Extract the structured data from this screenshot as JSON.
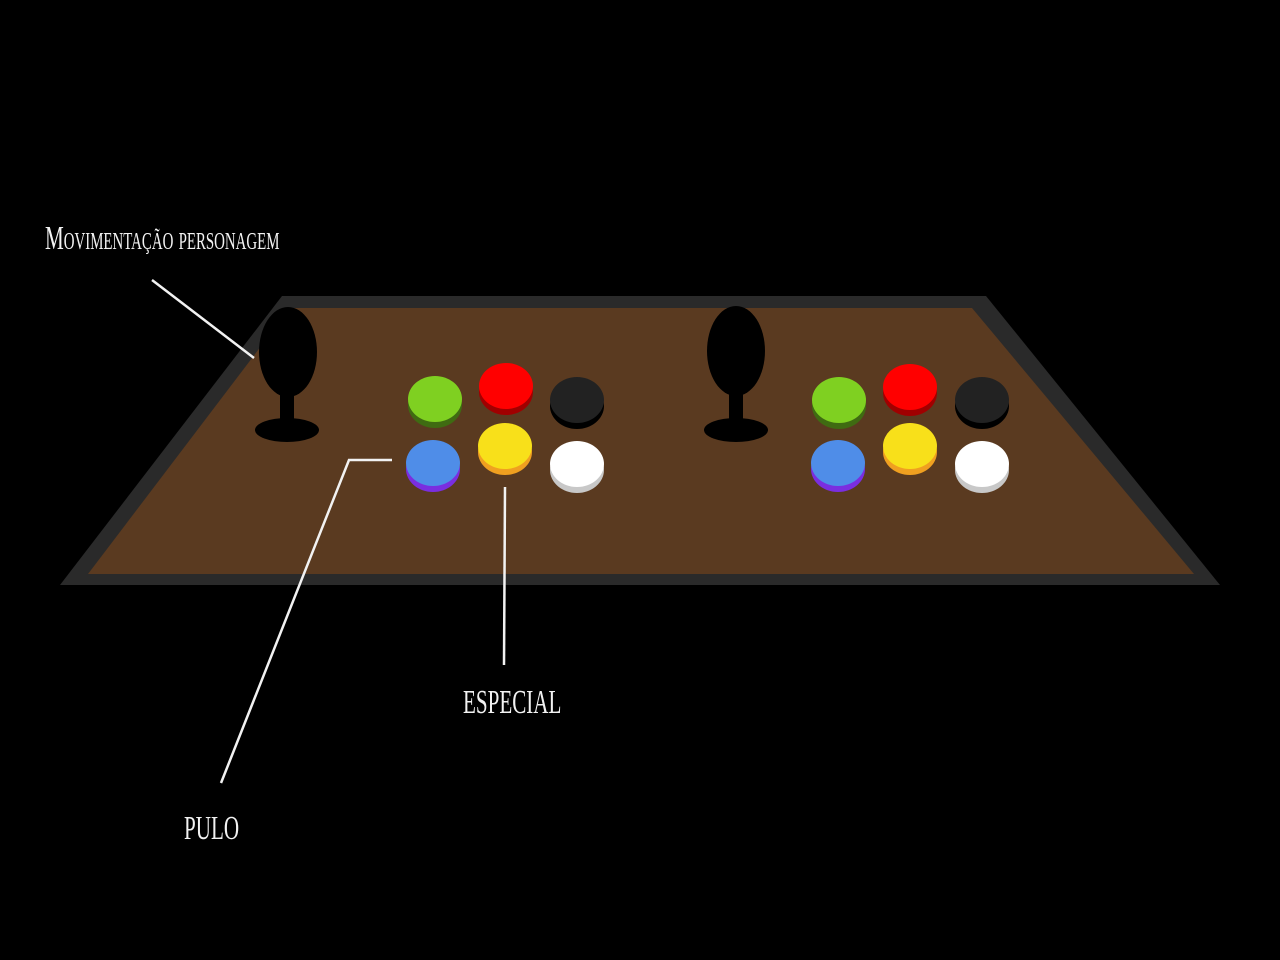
{
  "labels": {
    "movement": "Movimentação personagem",
    "jump": "pulo",
    "special": "especial"
  },
  "colors": {
    "background": "#000000",
    "panel_border": "#2a2a2a",
    "panel_fill": "#5a3a20",
    "label": "#f2f2f2",
    "leader_line": "#f2f2f2"
  },
  "joysticks": [
    {
      "name": "left-joystick",
      "color": "#000000"
    },
    {
      "name": "right-joystick",
      "color": "#000000"
    }
  ],
  "button_groups": [
    {
      "name": "left",
      "buttons": [
        {
          "name": "green",
          "top": "#7fd021",
          "rim": "#3f6b12"
        },
        {
          "name": "red",
          "top": "#ff0000",
          "rim": "#a00000"
        },
        {
          "name": "black",
          "top": "#222222",
          "rim": "#000000"
        },
        {
          "name": "blue",
          "top": "#4f8de8",
          "rim": "#7a2ee0"
        },
        {
          "name": "yellow",
          "top": "#f8e01a",
          "rim": "#f0a020"
        },
        {
          "name": "white",
          "top": "#ffffff",
          "rim": "#c8c8c8"
        }
      ]
    },
    {
      "name": "right",
      "buttons": [
        {
          "name": "green",
          "top": "#7fd021",
          "rim": "#3f6b12"
        },
        {
          "name": "red",
          "top": "#ff0000",
          "rim": "#a00000"
        },
        {
          "name": "black",
          "top": "#222222",
          "rim": "#000000"
        },
        {
          "name": "blue",
          "top": "#4f8de8",
          "rim": "#7a2ee0"
        },
        {
          "name": "yellow",
          "top": "#f8e01a",
          "rim": "#f0a020"
        },
        {
          "name": "white",
          "top": "#ffffff",
          "rim": "#c8c8c8"
        }
      ]
    }
  ]
}
